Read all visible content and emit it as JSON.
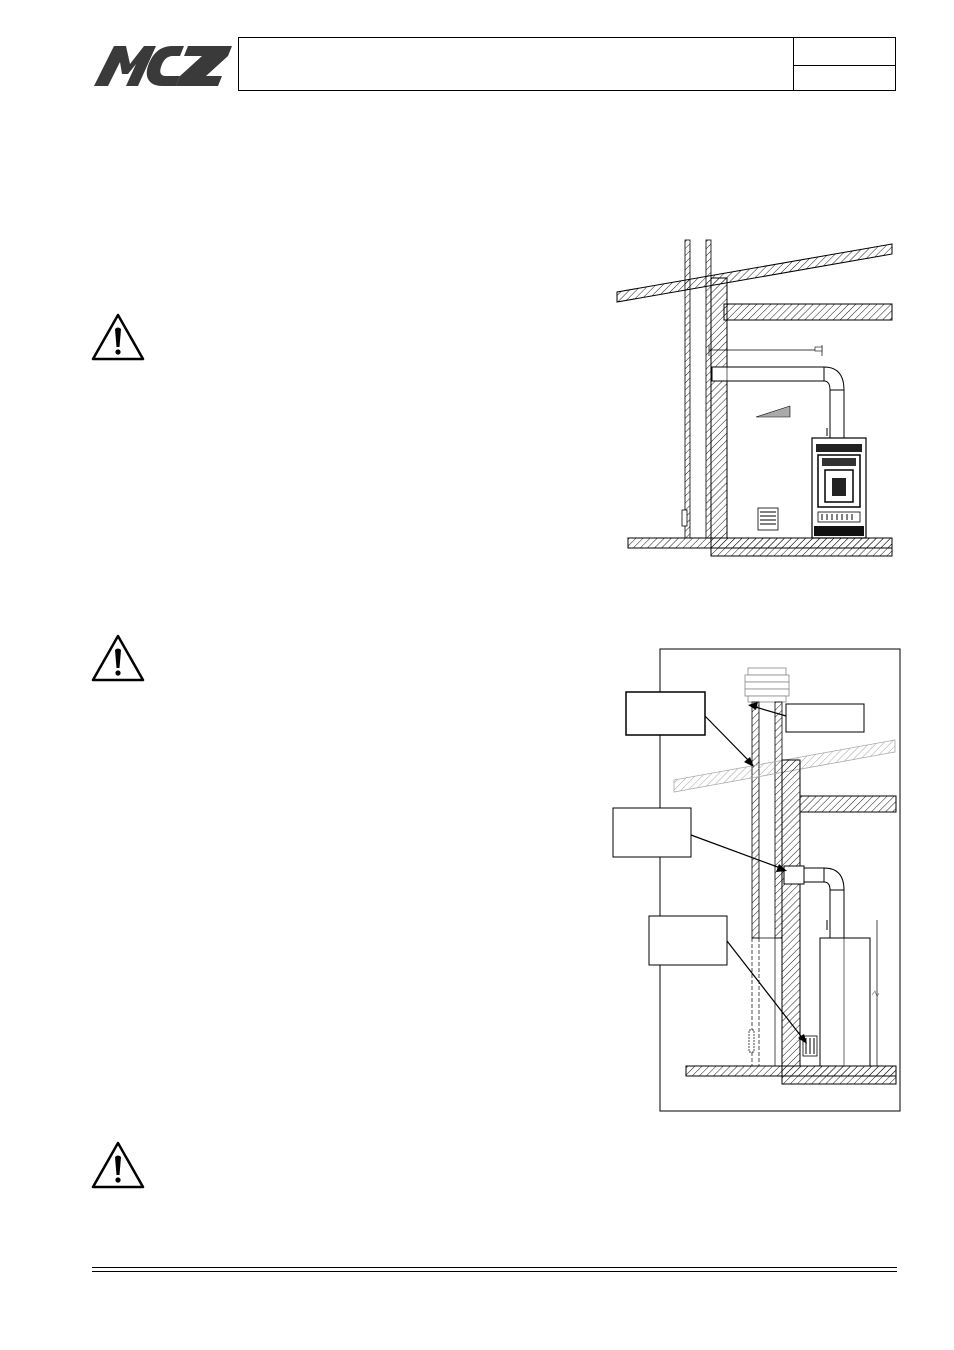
{
  "header": {
    "logo_text": "MCZ",
    "title": "",
    "page_ref": ""
  },
  "icons": {
    "warning": "warning-triangle-icon"
  },
  "figures": [
    {
      "id": "figure-1",
      "description_visible": false
    },
    {
      "id": "figure-2",
      "callouts": [
        "",
        "",
        "",
        ""
      ]
    }
  ]
}
